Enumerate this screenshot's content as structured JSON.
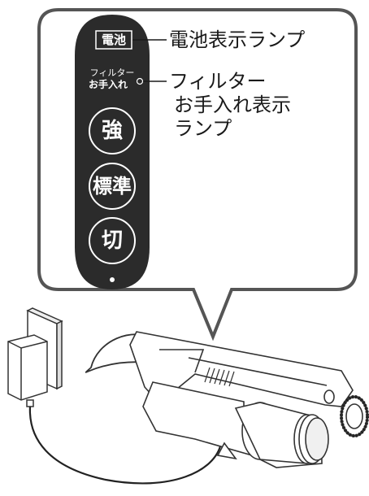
{
  "panel": {
    "battery_badge": "電池",
    "filter_label_line1": "フィルター",
    "filter_label_line2": "お手入れ",
    "buttons": [
      "強",
      "標準",
      "切"
    ]
  },
  "callouts": {
    "battery_lamp": "電池表示ランプ",
    "filter_lamp_lines": [
      "フィルター",
      "お手入れ表示",
      "ランプ"
    ]
  }
}
